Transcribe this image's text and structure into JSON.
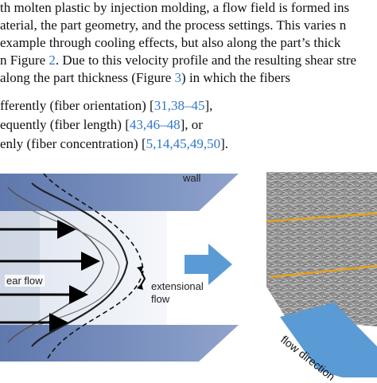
{
  "text": {
    "line1": "th molten plastic by injection molding, a flow field is formed ins",
    "line2": "aterial, the part geometry, and the process settings. This varies n",
    "line3": " example through cooling effects, but also along the part’s thick",
    "line4_pre": "n Figure ",
    "line4_ref": "2",
    "line4_post": ". Due to this velocity profile and the resulting shear stre",
    "line5_pre": "along the part thickness (Figure ",
    "line5_ref": "3",
    "line5_post": ") in which the fibers",
    "bullet1_pre": "fferently (fiber orientation) [",
    "bullet1_refs": "31,38–45",
    "bullet1_post": "],",
    "bullet2_pre": "equently (fiber length) [",
    "bullet2_refs": "43,46–48",
    "bullet2_post": "], or",
    "bullet3_pre": "enly (fiber concentration) [",
    "bullet3_refs": "5,14,45,49,50",
    "bullet3_post": "]."
  },
  "figure": {
    "wall_label": "wall",
    "shear_label": "ear flow",
    "ext_label_1": "extensional",
    "ext_label_2": "flow",
    "flow_direction_label": "flow direction"
  },
  "colors": {
    "wall": "#6f86b8",
    "wall_light": "#a9b9d8",
    "arrow_blue": "#5b9bd5",
    "orange_line": "#e8a21a",
    "reference": "#2f77c8"
  }
}
